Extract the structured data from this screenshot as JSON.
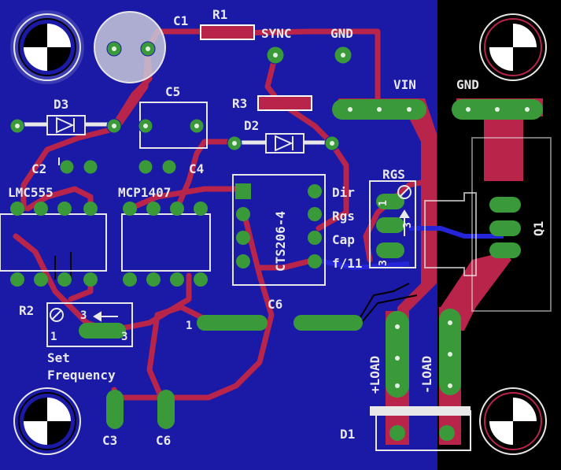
{
  "labels": {
    "c1": "C1",
    "r1": "R1",
    "sync": "SYNC",
    "gnd_top": "GND",
    "d3": "D3",
    "c5": "C5",
    "vin": "VIN",
    "gnd_right": "GND",
    "r3": "R3",
    "d2": "D2",
    "c2": "C2",
    "c4": "C4",
    "lmc555": "LMC555",
    "mcp1407": "MCP1407",
    "cts": "CTS206-4",
    "dir": "Dir",
    "rgs_pin": "Rgs",
    "cap": "Cap",
    "f11": "f/11",
    "rgs": "RGS",
    "q1": "Q1",
    "r2": "R2",
    "r2_pin3": "3",
    "r2_pin1": "1",
    "r2_pin2": "3",
    "c6_conn": "C6",
    "conn1_pin": "1",
    "set": "Set",
    "frequency": "Frequency",
    "load_pos": "+LOAD",
    "load_neg": "-LOAD",
    "c3": "C3",
    "c6": "C6",
    "d1": "D1",
    "rgs_p1": "1",
    "rgs_p3": "3",
    "rgs_p3b": "3"
  },
  "colors": {
    "board": "#1a1aa6",
    "copper_top": "#b8244a",
    "copper_bottom": "#2424d8",
    "pad": "#3a9a3a",
    "silk": "#e8e8e8",
    "background": "#000000"
  }
}
